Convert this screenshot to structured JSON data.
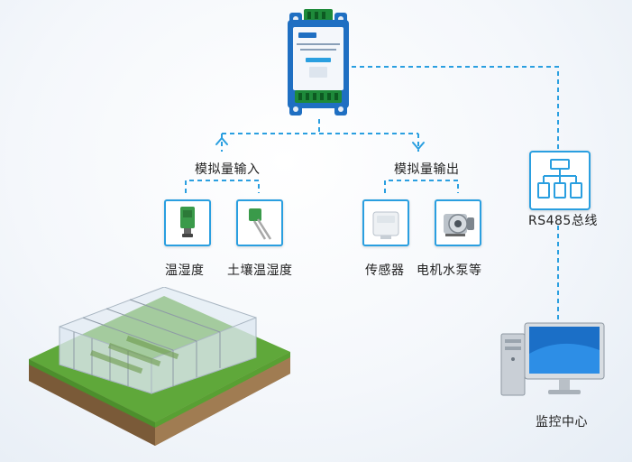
{
  "labels": {
    "analog_input": "模拟量输入",
    "analog_output": "模拟量输出",
    "temp_humidity": "温湿度",
    "soil_temp_humidity": "土壤温湿度",
    "sensor": "传感器",
    "motor_pump": "电机水泵等",
    "rs485_bus": "RS485总线",
    "monitoring_center": "监控中心"
  },
  "colors": {
    "accent": "#2a9fe0",
    "text": "#222222"
  },
  "icons": {
    "io_module": "io-module-icon",
    "temp_humidity": "temp-humidity-sensor-icon",
    "soil_probe": "soil-probe-icon",
    "sensor": "sensor-box-icon",
    "motor_pump": "motor-pump-icon",
    "bus_topology": "network-topology-icon",
    "greenhouse": "greenhouse-icon",
    "computer": "desktop-computer-icon"
  }
}
